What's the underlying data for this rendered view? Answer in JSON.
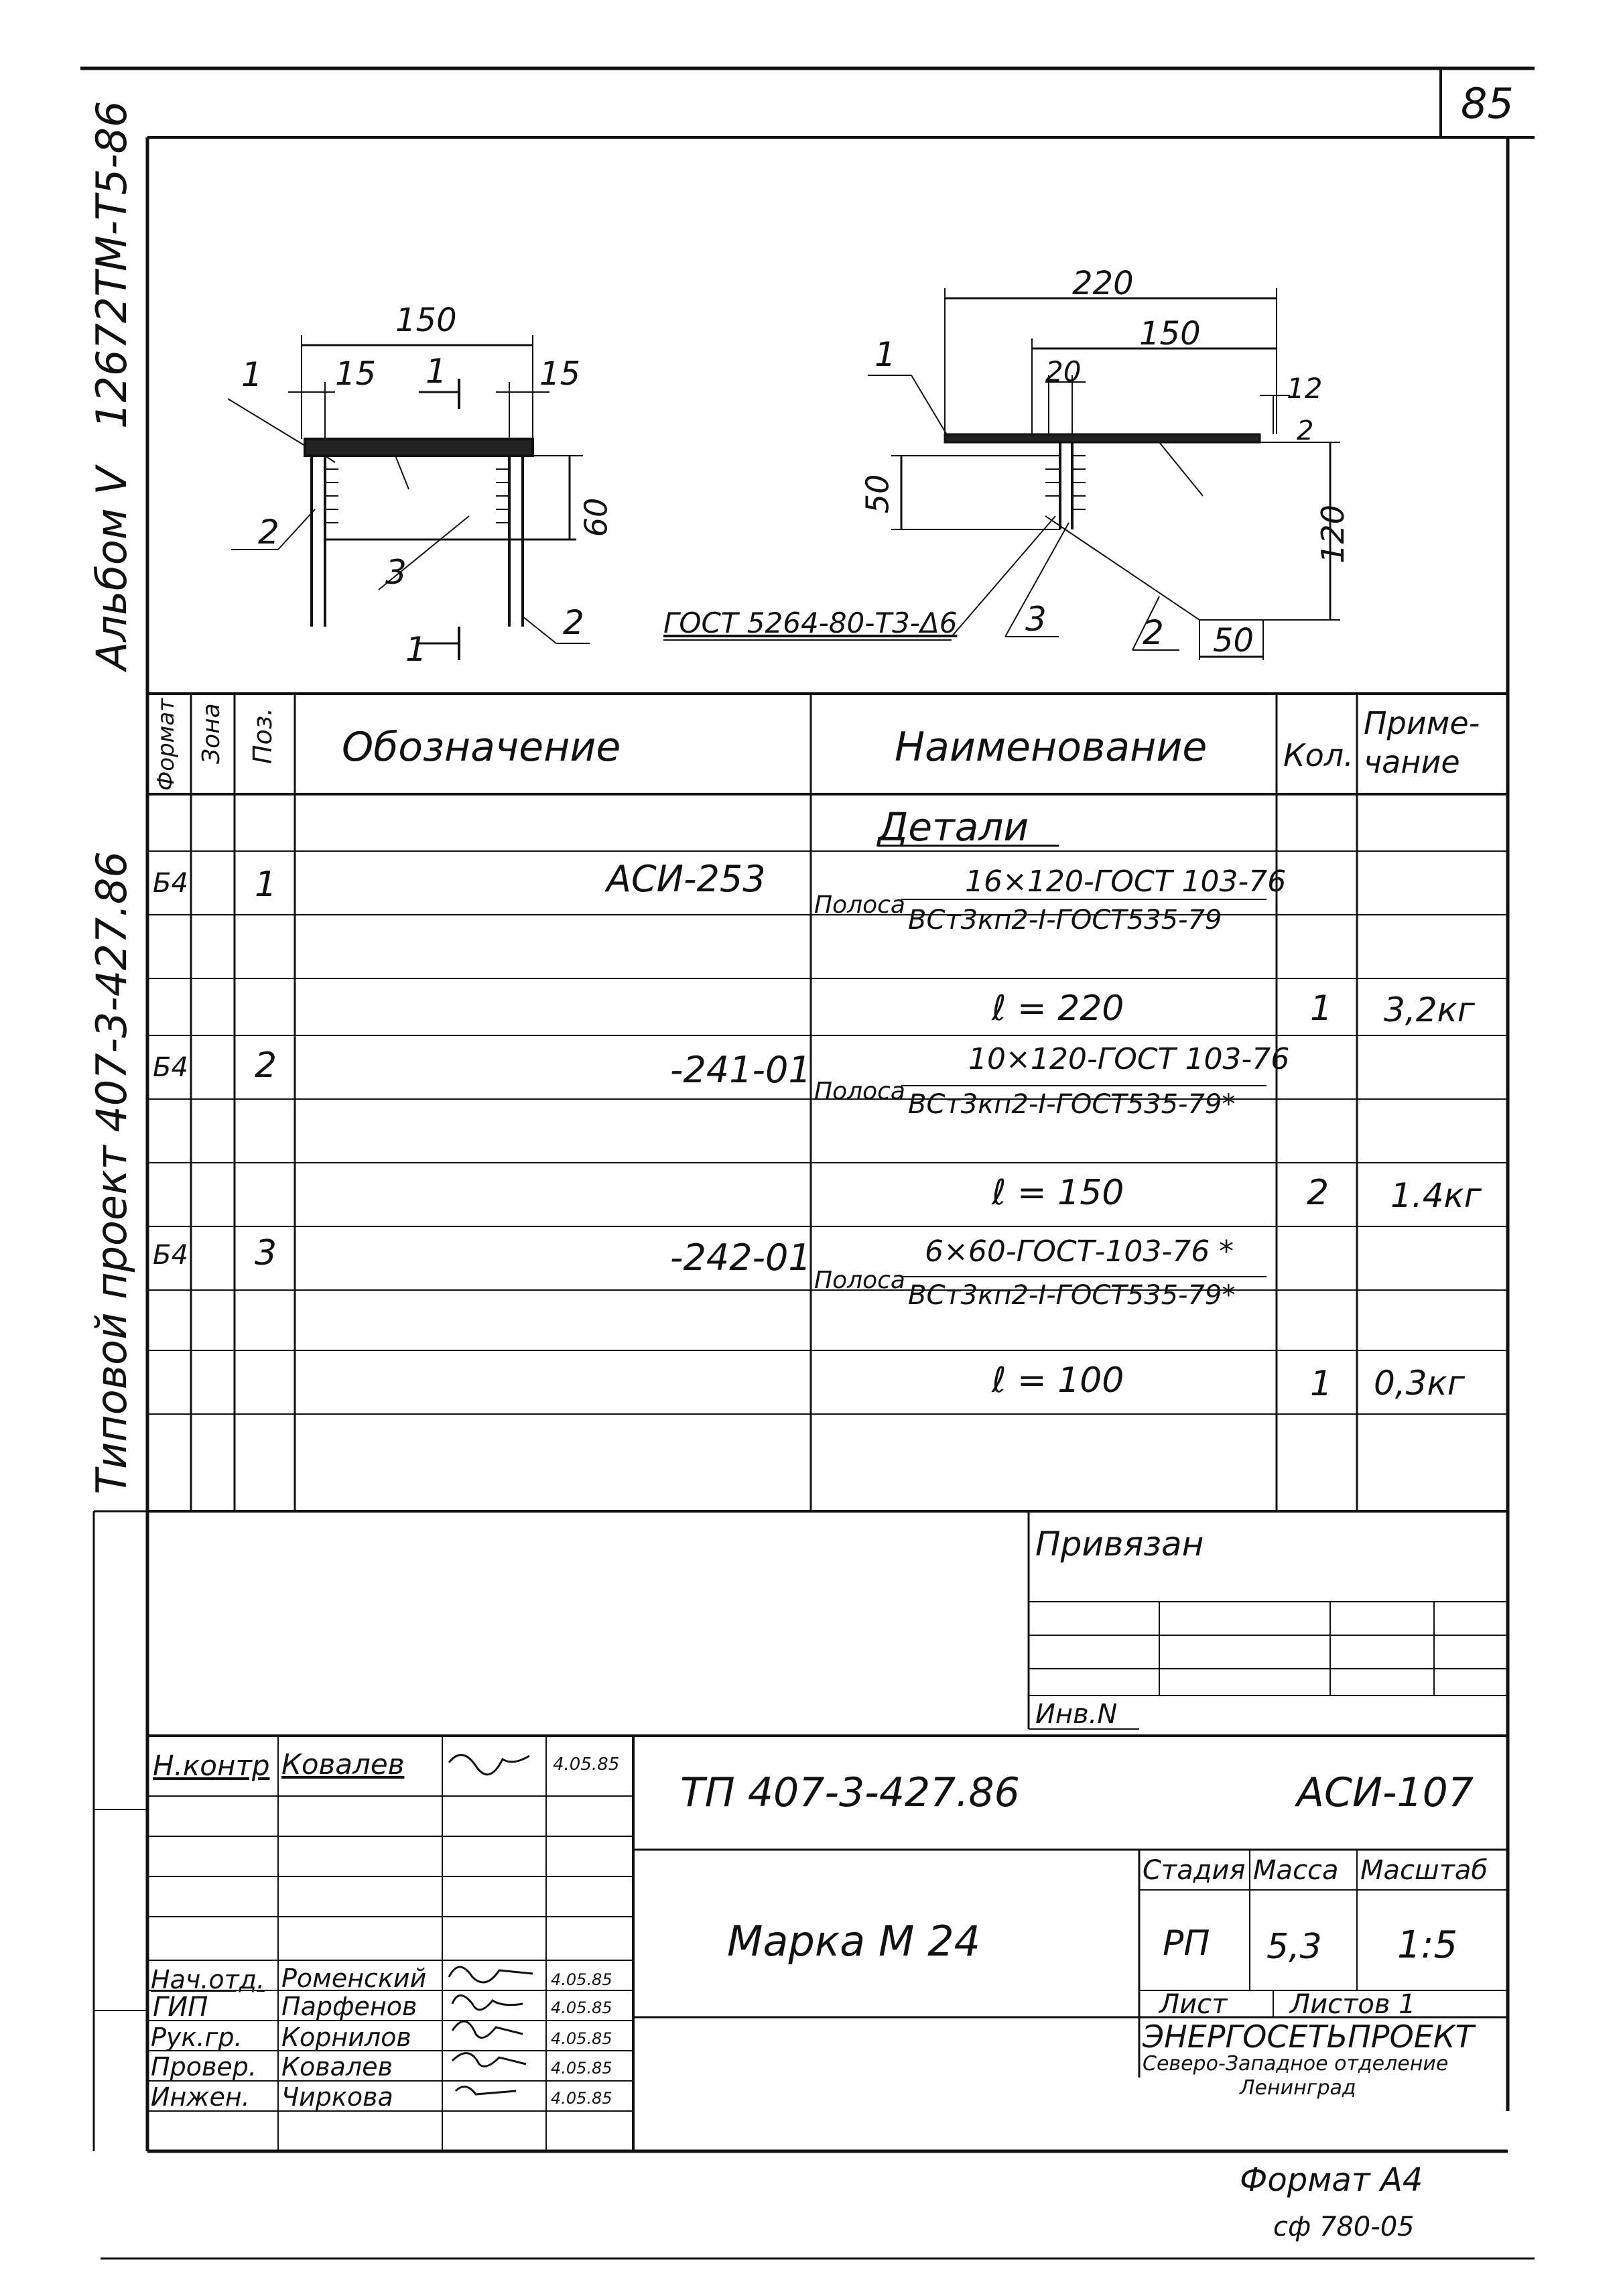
{
  "page_number": "85",
  "side_labels": {
    "doc_code": "12672ТМ-Т5-86",
    "album": "Альбом V",
    "project": "Типовой проект 407-3-427.86"
  },
  "drawing_left": {
    "dim_overall": "150",
    "dim_left": "15",
    "dim_right": "15",
    "dim_height": "60",
    "callout_1": "1",
    "callout_2a": "2",
    "callout_2b": "2",
    "callout_3": "3",
    "section_top": "1",
    "section_bottom": "1"
  },
  "drawing_right": {
    "dim_overall": "220",
    "dim_inner": "150",
    "dim_20": "20",
    "dim_12": "12",
    "dim_2": "2",
    "dim_50_left": "50",
    "dim_120": "120",
    "dim_50_bottom": "50",
    "callout_1": "1",
    "callout_2": "2",
    "callout_3": "3",
    "weld_note": "ГОСТ 5264-80-Т3-Δ6"
  },
  "spec_table": {
    "headers": {
      "format": "Формат",
      "zone": "Зона",
      "pos": "Поз.",
      "designation": "Обозначение",
      "name": "Наименование",
      "qty": "Кол.",
      "note": "Приме-чание"
    },
    "section_title": "Детали",
    "rows": [
      {
        "format": "Б4",
        "pos": "1",
        "designation": "АСИ-253",
        "name_prefix": "Полоса",
        "name_top": "16×120-ГОСТ 103-76",
        "name_bottom": "ВСт3кп2-I-ГОСТ535-79",
        "length": "ℓ = 220",
        "qty": "1",
        "note": "3,2кг"
      },
      {
        "format": "Б4",
        "pos": "2",
        "designation": "-241-01",
        "name_prefix": "Полоса",
        "name_top": "10×120-ГОСТ 103-76",
        "name_bottom": "ВСт3кп2-I-ГОСТ535-79*",
        "length": "ℓ = 150",
        "qty": "2",
        "note": "1.4кг"
      },
      {
        "format": "Б4",
        "pos": "3",
        "designation": "-242-01",
        "name_prefix": "Полоса",
        "name_top": "6×60-ГОСТ-103-76 *",
        "name_bottom": "ВСт3кп2-I-ГОСТ535-79*",
        "length": "ℓ = 100",
        "qty": "1",
        "note": "0,3кг"
      }
    ]
  },
  "binding": {
    "label": "Привязан",
    "inv_label": "Инв.N"
  },
  "title_block": {
    "doc_number": "ТП 407-3-427.86",
    "mark": "АСИ-107",
    "title": "Марка М 24",
    "stage_label": "Стадия",
    "mass_label": "Масса",
    "scale_label": "Масштаб",
    "stage": "РП",
    "mass": "5,3",
    "scale": "1:5",
    "sheet_label": "Лист",
    "sheets_label": "Листов 1",
    "org_name": "ЭНЕРГОСЕТЬПРОЕКТ",
    "org_branch": "Северо-Западное отделение",
    "org_city": "Ленинград",
    "signatures": [
      {
        "role": "Н.контр",
        "name": "Ковалев",
        "date": "4.05.85"
      },
      {
        "role": "Нач.отд.",
        "name": "Роменский",
        "date": "4.05.85"
      },
      {
        "role": "ГИП",
        "name": "Парфенов",
        "date": "4.05.85"
      },
      {
        "role": "Рук.гр.",
        "name": "Корнилов",
        "date": "4.05.85"
      },
      {
        "role": "Провер.",
        "name": "Ковалев",
        "date": "4.05.85"
      },
      {
        "role": "Инжен.",
        "name": "Чиркова",
        "date": "4.05.85"
      }
    ]
  },
  "format_label": "Формат А4",
  "archive_code": "сф 780-05"
}
